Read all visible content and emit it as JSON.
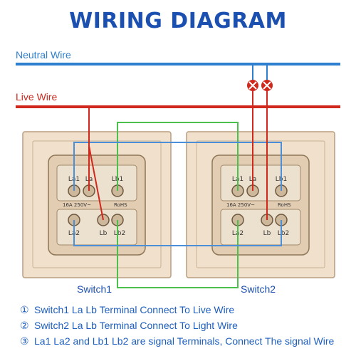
{
  "title": "WIRING DIAGRAM",
  "wires": {
    "neutral": "Neutral Wire",
    "live": "Live Wire"
  },
  "colors": {
    "title": "#1b4fb0",
    "neutral": "#2e7fd0",
    "live": "#d0281d",
    "signal_la": "#4cc04c",
    "signal_lb": "#4a8fd8",
    "plate": "#f1e0cb"
  },
  "switches": [
    {
      "name": "Switch1",
      "top_terminals": [
        "La1",
        "La",
        "Lb1"
      ],
      "bottom_terminals": [
        "La2",
        "Lb",
        "Lb2"
      ],
      "rating": "16A  250V~",
      "cert": "RoHS"
    },
    {
      "name": "Switch2",
      "top_terminals": [
        "La1",
        "La",
        "Lb1"
      ],
      "bottom_terminals": [
        "La2",
        "Lb",
        "Lb2"
      ],
      "rating": "16A  250V~",
      "cert": "RoHS"
    }
  ],
  "notes": [
    {
      "num": "①",
      "text": "Switch1 La Lb Terminal Connect To Live Wire"
    },
    {
      "num": "②",
      "text": "Switch2 La Lb Terminal Connect To Light Wire"
    },
    {
      "num": "③",
      "text": "La1 La2 and Lb1 Lb2 are signal Terminals, Connect The signal Wire"
    }
  ],
  "lamps": [
    "lamp-icon",
    "lamp-icon"
  ]
}
